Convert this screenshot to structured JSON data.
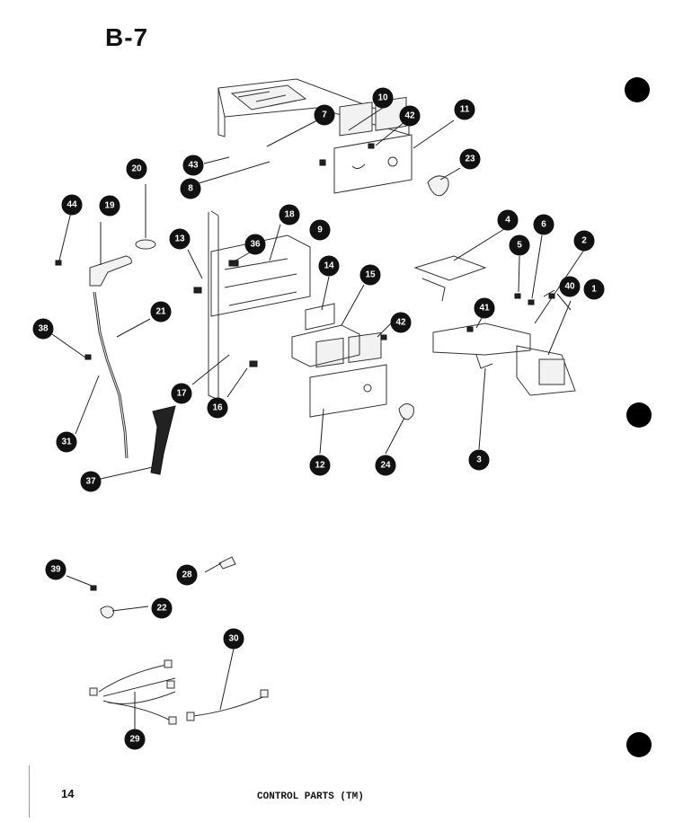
{
  "page": {
    "heading": "B-7",
    "number": "14",
    "caption": "CONTROL PARTS (TM)"
  },
  "callouts": [
    {
      "id": "c1",
      "label": "1"
    },
    {
      "id": "c2",
      "label": "2"
    },
    {
      "id": "c3",
      "label": "3"
    },
    {
      "id": "c4",
      "label": "4"
    },
    {
      "id": "c5",
      "label": "5"
    },
    {
      "id": "c6",
      "label": "6"
    },
    {
      "id": "c7",
      "label": "7"
    },
    {
      "id": "c8",
      "label": "8"
    },
    {
      "id": "c9",
      "label": "9"
    },
    {
      "id": "c10",
      "label": "10"
    },
    {
      "id": "c11",
      "label": "11"
    },
    {
      "id": "c12",
      "label": "12"
    },
    {
      "id": "c13",
      "label": "13"
    },
    {
      "id": "c14",
      "label": "14"
    },
    {
      "id": "c15",
      "label": "15"
    },
    {
      "id": "c16",
      "label": "16"
    },
    {
      "id": "c17",
      "label": "17"
    },
    {
      "id": "c18",
      "label": "18"
    },
    {
      "id": "c19",
      "label": "19"
    },
    {
      "id": "c20",
      "label": "20"
    },
    {
      "id": "c21",
      "label": "21"
    },
    {
      "id": "c22",
      "label": "22"
    },
    {
      "id": "c23",
      "label": "23"
    },
    {
      "id": "c24",
      "label": "24"
    },
    {
      "id": "c28",
      "label": "28"
    },
    {
      "id": "c29",
      "label": "29"
    },
    {
      "id": "c30",
      "label": "30"
    },
    {
      "id": "c31",
      "label": "31"
    },
    {
      "id": "c36",
      "label": "36"
    },
    {
      "id": "c37",
      "label": "37"
    },
    {
      "id": "c38",
      "label": "38"
    },
    {
      "id": "c39",
      "label": "39"
    },
    {
      "id": "c40",
      "label": "40"
    },
    {
      "id": "c41",
      "label": "41"
    },
    {
      "id": "c42a",
      "label": "42"
    },
    {
      "id": "c42b",
      "label": "42"
    },
    {
      "id": "c43",
      "label": "43"
    },
    {
      "id": "c44",
      "label": "44"
    }
  ]
}
